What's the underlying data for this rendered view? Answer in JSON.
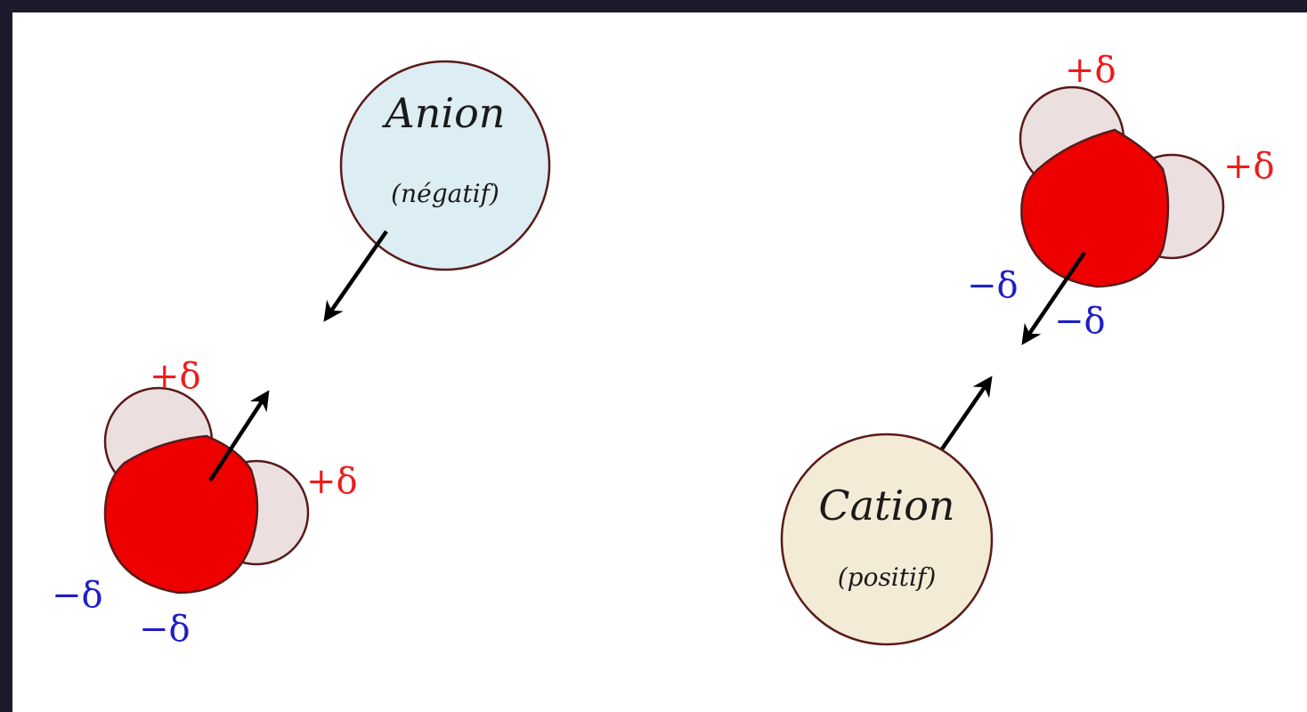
{
  "colors": {
    "frame": "#1c1b2e",
    "background": "#ffffff",
    "oxygen": "#ee0000",
    "hydrogen": "#ecdfe0",
    "outline": "#5a1a1a",
    "anion_fill": "#dcedf3",
    "cation_fill": "#f4ebd6",
    "positive_charge": "#ee1c1c",
    "negative_charge": "#1f1fc8",
    "arrow": "#000000"
  },
  "left_panel": {
    "ion": {
      "name": "Anion",
      "sign": "(négatif)"
    },
    "molecule": {
      "h_top_charge": "+δ",
      "h_right_charge": "+δ",
      "o_left_charge": "−δ",
      "o_bottom_charge": "−δ"
    }
  },
  "right_panel": {
    "ion": {
      "name": "Cation",
      "sign": "(positif)"
    },
    "molecule": {
      "h_top_charge": "+δ",
      "h_right_charge": "+δ",
      "o_left_charge": "−δ",
      "o_bottom_charge": "−δ"
    }
  }
}
